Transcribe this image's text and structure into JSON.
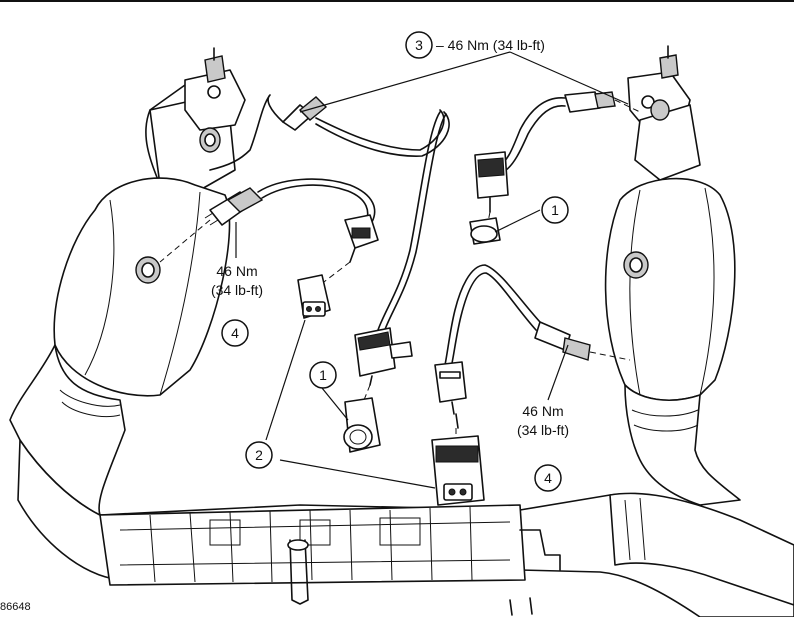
{
  "callouts": {
    "c1a": "1",
    "c1b": "1",
    "c2": "2",
    "c3": "3",
    "c4a": "4",
    "c4b": "4"
  },
  "torque": {
    "top_label": "– 46 Nm (34 lb-ft)",
    "left_nm": "46 Nm",
    "left_lbft": "(34 lb-ft)",
    "right_nm": "46 Nm",
    "right_lbft": "(34 lb-ft)"
  },
  "figure_ref": "86648"
}
